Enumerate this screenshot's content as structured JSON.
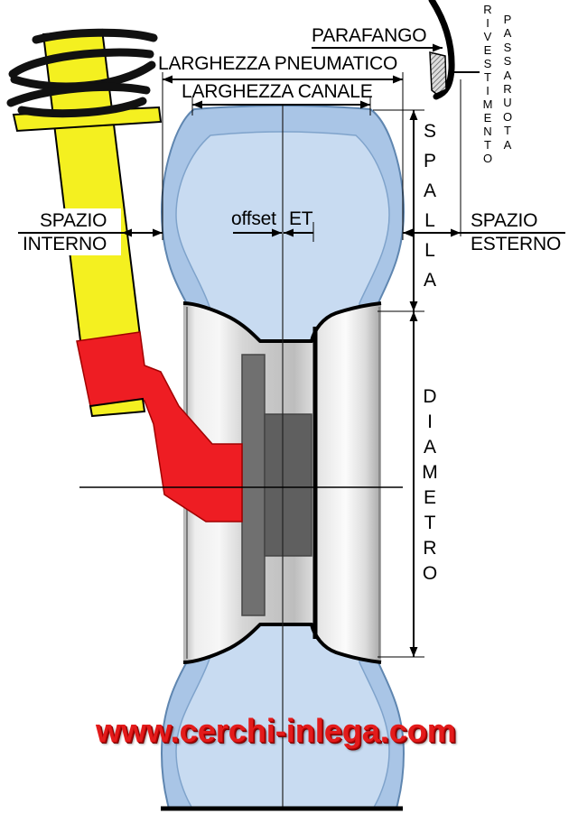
{
  "diagram": {
    "fender_label": "PARAFANGO",
    "tire_width_label": "LARGHEZZA PNEUMATICO",
    "rim_width_label": "LARGHEZZA CANALE",
    "inner_space_label": {
      "line1": "SPAZIO",
      "line2": "INTERNO"
    },
    "offset_label": "offset",
    "et_label": "ET",
    "outer_space_label": {
      "line1": "SPAZIO",
      "line2": "ESTERNO"
    },
    "sidewall_label": "SPALLA",
    "diameter_label": "DIAMETRO",
    "liner_label": {
      "line1": "RIVESTIMENTO",
      "line2": "PASSARUOTA"
    }
  },
  "watermark": "www.cerchi-inlega.com",
  "colors": {
    "strut": "#f4f020",
    "knuckle": "#ee1d23",
    "tire": "#a9c5e6",
    "tire_inner": "#c8dbf1",
    "watermark": "#e31b1b"
  }
}
